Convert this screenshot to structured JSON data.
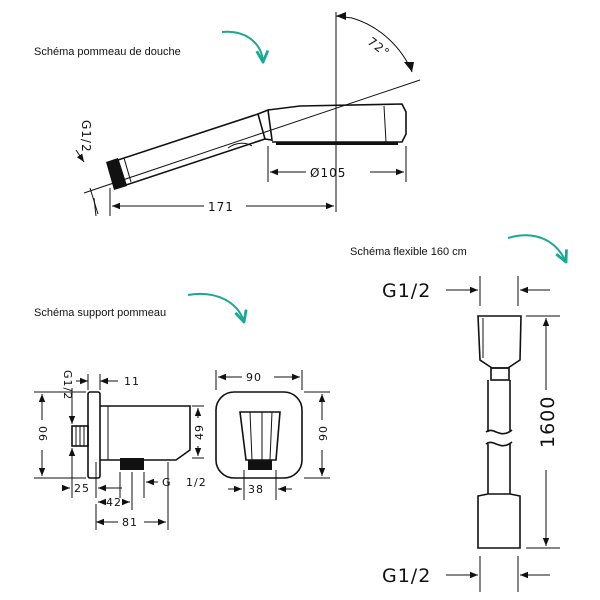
{
  "captions": {
    "shower_head": "Schéma pommeau de douche",
    "hose": "Schéma flexible 160 cm",
    "holder": "Schéma support pommeau"
  },
  "shower_head": {
    "angle": "72°",
    "thread": "G1/2",
    "diameter": "Ø105",
    "length": "171"
  },
  "holder": {
    "thread": "G1/2",
    "d11": "11",
    "d90_side": "90",
    "d49": "49",
    "d25": "25",
    "thread_bottom_g": "G",
    "thread_bottom_size": "1/2",
    "d42": "42",
    "d81": "81",
    "d90_top": "90",
    "d90_right": "90",
    "d38": "38"
  },
  "hose": {
    "thread_top": "G1/2",
    "thread_bottom": "G1/2",
    "length": "1600"
  },
  "colors": {
    "accent_arrow": "#1aa893",
    "ink": "#111111"
  }
}
